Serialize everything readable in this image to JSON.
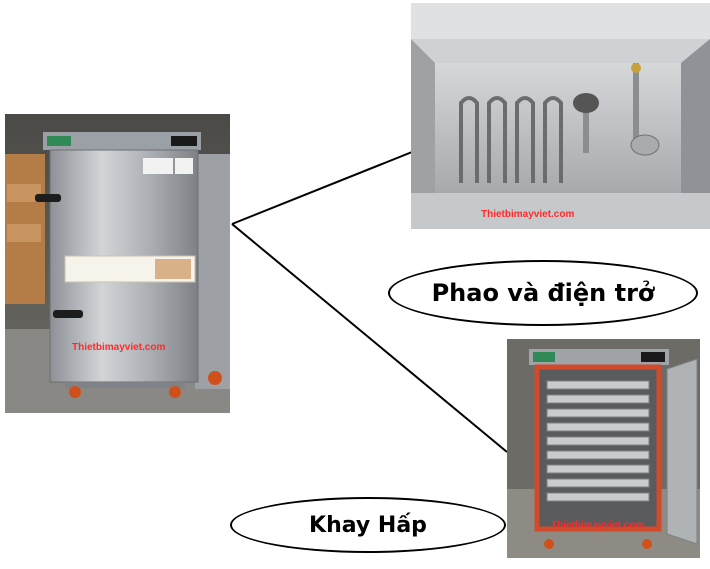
{
  "photos": {
    "cabinet": {
      "watermark": "Thietbimayviet.com"
    },
    "interior": {
      "watermark": "Thietbimayviet.com"
    },
    "trays": {
      "watermark": "Thietbimayviet.com"
    }
  },
  "callouts": {
    "float_and_heater": "Phao và điện trở",
    "steam_tray": "Khay Hấp"
  },
  "colors": {
    "line": "#000000",
    "watermark": "#ff2a2a",
    "steel": "#b9bcbf"
  }
}
